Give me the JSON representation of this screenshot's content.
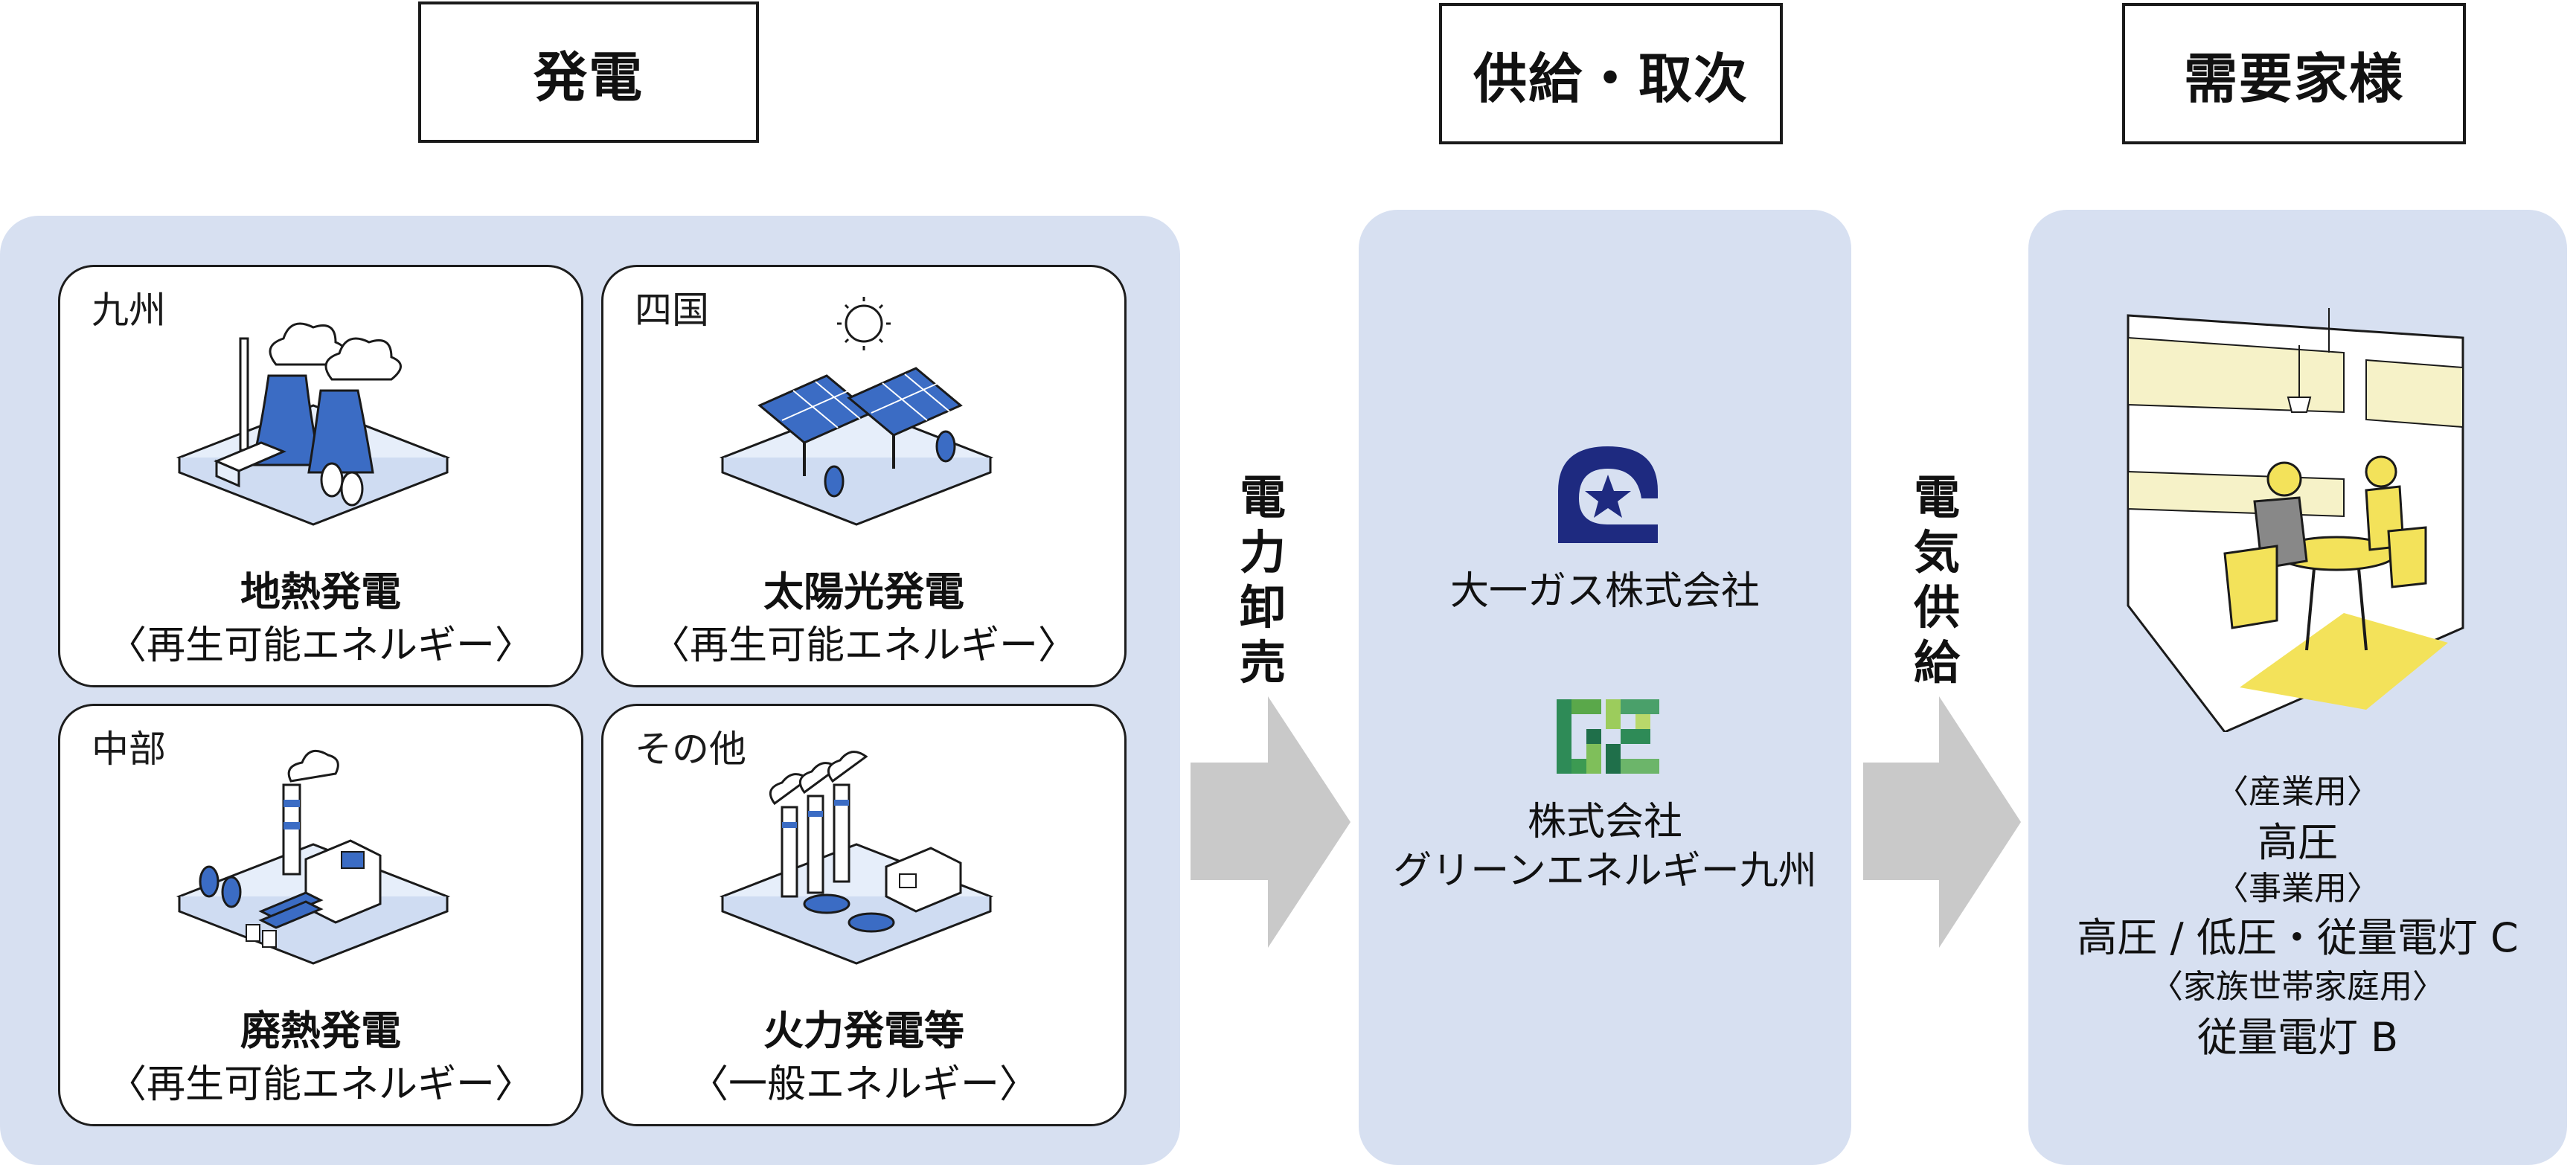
{
  "headers": {
    "generation": "発電",
    "supply": "供給・取次",
    "customer": "需要家様"
  },
  "cards": [
    {
      "region": "九州",
      "name": "地熱発電",
      "category": "〈再生可能エネルギー〉",
      "icon": "geothermal-plant-icon"
    },
    {
      "region": "四国",
      "name": "太陽光発電",
      "category": "〈再生可能エネルギー〉",
      "icon": "solar-panel-icon"
    },
    {
      "region": "中部",
      "name": "廃熱発電",
      "category": "〈再生可能エネルギー〉",
      "icon": "waste-heat-plant-icon"
    },
    {
      "region": "その他",
      "name": "火力発電等",
      "category": "〈一般エネルギー〉",
      "icon": "thermal-plant-icon"
    }
  ],
  "flows": {
    "wholesale": [
      "電",
      "力",
      "卸",
      "売"
    ],
    "supply": [
      "電",
      "気",
      "供",
      "給"
    ]
  },
  "suppliers": {
    "daiichi": "大一ガス株式会社",
    "green_line1": "株式会社",
    "green_line2": "グリーンエネルギー九州"
  },
  "customers": {
    "industrial_label": "〈産業用〉",
    "industrial_value": "高圧",
    "business_label": "〈事業用〉",
    "business_value": "高圧 / 低圧・従量電灯 C",
    "household_label": "〈家族世帯家庭用〉",
    "household_value": "従量電灯 B"
  },
  "colors": {
    "panel": "#d7e0f1",
    "arrow": "#c9c9c9",
    "logo_navy": "#1e2a80",
    "plant_blue": "#3b6cc4",
    "accent_yellow": "#f3e25a"
  }
}
